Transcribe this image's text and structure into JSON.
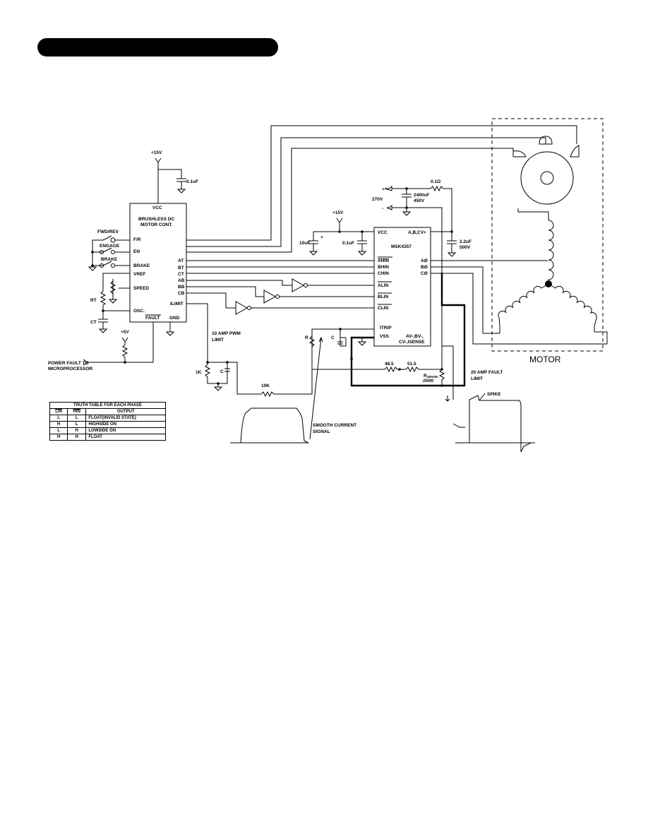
{
  "labels": {
    "vcc15": "+15V",
    "cap01": "0.1uF",
    "ctrl_vcc": "VCC",
    "ctrl_title1": "BRUSHLESS DC",
    "ctrl_title2": "MOTOR CONT.",
    "fwd_rev": "FWD/REV",
    "engage": "ENGAGE",
    "brake_sw": "BRAKE",
    "pin_fr": "F/R",
    "pin_en": "EN",
    "pin_brake": "BRAKE",
    "pin_vref": "VREF",
    "pin_speed": "SPEED",
    "pin_osc": "OSC.",
    "pin_fault": "FAULT",
    "pin_gnd": "GND",
    "pin_at": "AT",
    "pin_bt": "BT",
    "pin_ct": "CT",
    "pin_ab": "AB",
    "pin_bb": "BB",
    "pin_cb": "CB",
    "pin_ilimit": "ILIMIT",
    "rt": "RT",
    "ct_cap": "CT",
    "v5": "+5V",
    "power_fault1": "POWER FAULT TO",
    "power_fault2": "MICROPROCESSOR",
    "pwm1": "10 AMP PWM",
    "pwm2": "LIMIT",
    "r1k": "1K",
    "c_small": "C",
    "r10k": "10K",
    "smooth1": "SMOOTH CURRENT",
    "smooth2": "SIGNAL",
    "v15b": "+15V",
    "cap10u": "10uF",
    "cap01b": "0.1uF",
    "plus": "+",
    "msk_vcc": "VCC",
    "msk_abc": "A,B,CV+",
    "msk_name": "MSK4357",
    "msk_ahin": "AHIN",
    "msk_bhin": "BHIN",
    "msk_chin": "CHIN",
    "msk_alin": "ALIN",
    "msk_blin": "BLIN",
    "msk_clin": "CLIN",
    "msk_itrip": "ITRIP",
    "msk_vss": "VSS",
    "msk_av": "AV-,BV-,",
    "msk_cv": "CV-,ISENSE",
    "msk_ao": "AØ",
    "msk_bo": "BØ",
    "msk_co": "CØ",
    "r_label": "R",
    "c_label": "C",
    "r485": "48.5",
    "r515": "51.5",
    "rsense": "R",
    "rsense_sub": "SENSE",
    "rsense_val": ".0500",
    "v270": "270V",
    "cap2400_1": "2400uF",
    "cap2400_2": "450V",
    "r01": "0.1Ω",
    "cap22_1": "2.2uF",
    "cap22_2": "500V",
    "fault20_1": "20 AMP FAULT",
    "fault20_2": "LIMIT",
    "spike": "SPIKE",
    "motor": "MOTOR"
  },
  "truth_table": {
    "title": "TRUTH TABLE FOR EACH PHASE",
    "headers": [
      "LIN",
      "HIN",
      "OUTPUT"
    ],
    "rows": [
      [
        "L",
        "L",
        "FLOAT(INVALID STATE)"
      ],
      [
        "H",
        "L",
        "HIGHSIDE ON"
      ],
      [
        "L",
        "H",
        "LOWSIDE ON"
      ],
      [
        "H",
        "H",
        "FLOAT"
      ]
    ]
  }
}
